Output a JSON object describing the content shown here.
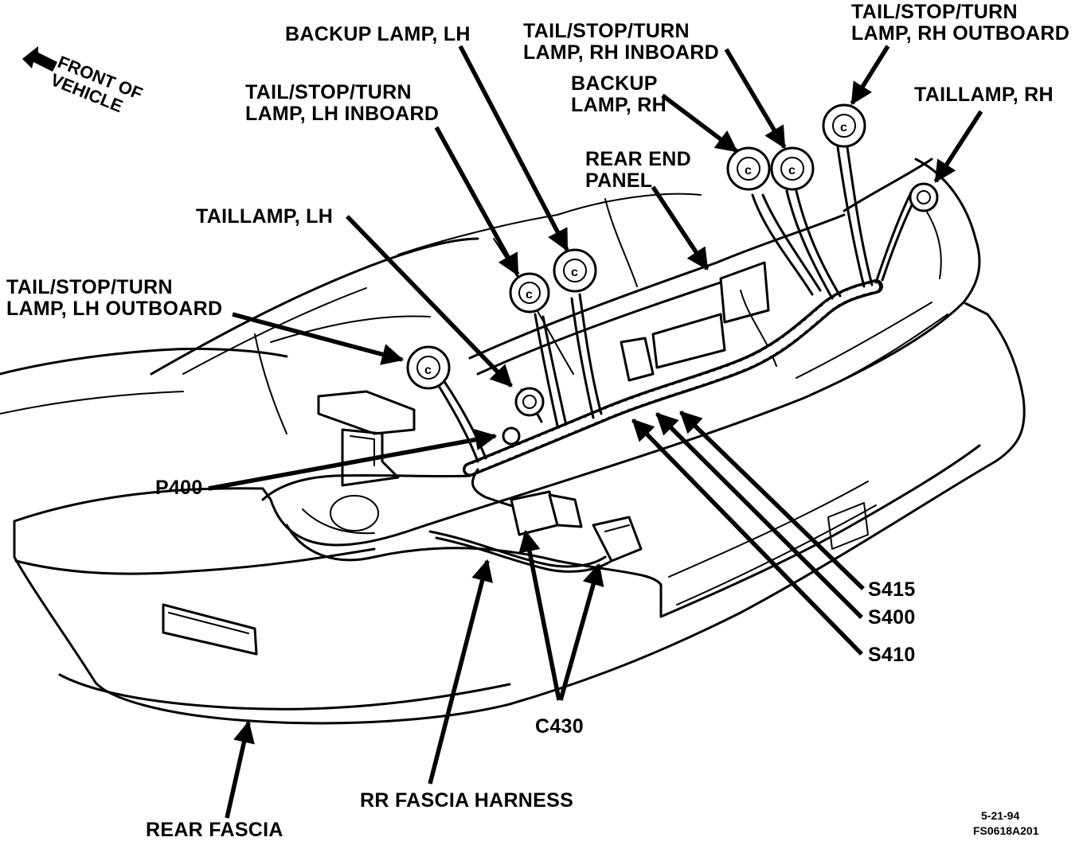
{
  "labels": {
    "front_of_vehicle": [
      "FRONT OF",
      "VEHICLE"
    ],
    "backup_lamp_lh": "BACKUP LAMP, LH",
    "tail_stop_turn_rh_inboard": [
      "TAIL/STOP/TURN",
      "LAMP, RH INBOARD"
    ],
    "tail_stop_turn_rh_outboard": [
      "TAIL/STOP/TURN",
      "LAMP, RH OUTBOARD"
    ],
    "backup_lamp_rh": [
      "BACKUP",
      "LAMP, RH"
    ],
    "taillamp_rh": "TAILLAMP, RH",
    "tail_stop_turn_lh_inboard": [
      "TAIL/STOP/TURN",
      "LAMP, LH INBOARD"
    ],
    "rear_end_panel": [
      "REAR END",
      "PANEL"
    ],
    "taillamp_lh": "TAILLAMP, LH",
    "tail_stop_turn_lh_outboard": [
      "TAIL/STOP/TURN",
      "LAMP, LH OUTBOARD"
    ],
    "p400": "P400",
    "s415": "S415",
    "s400": "S400",
    "s410": "S410",
    "c430": "C430",
    "rr_fascia_harness": "RR FASCIA HARNESS",
    "rear_fascia": "REAR FASCIA",
    "date": "5-21-94",
    "figure_id": "FS0618A201"
  }
}
